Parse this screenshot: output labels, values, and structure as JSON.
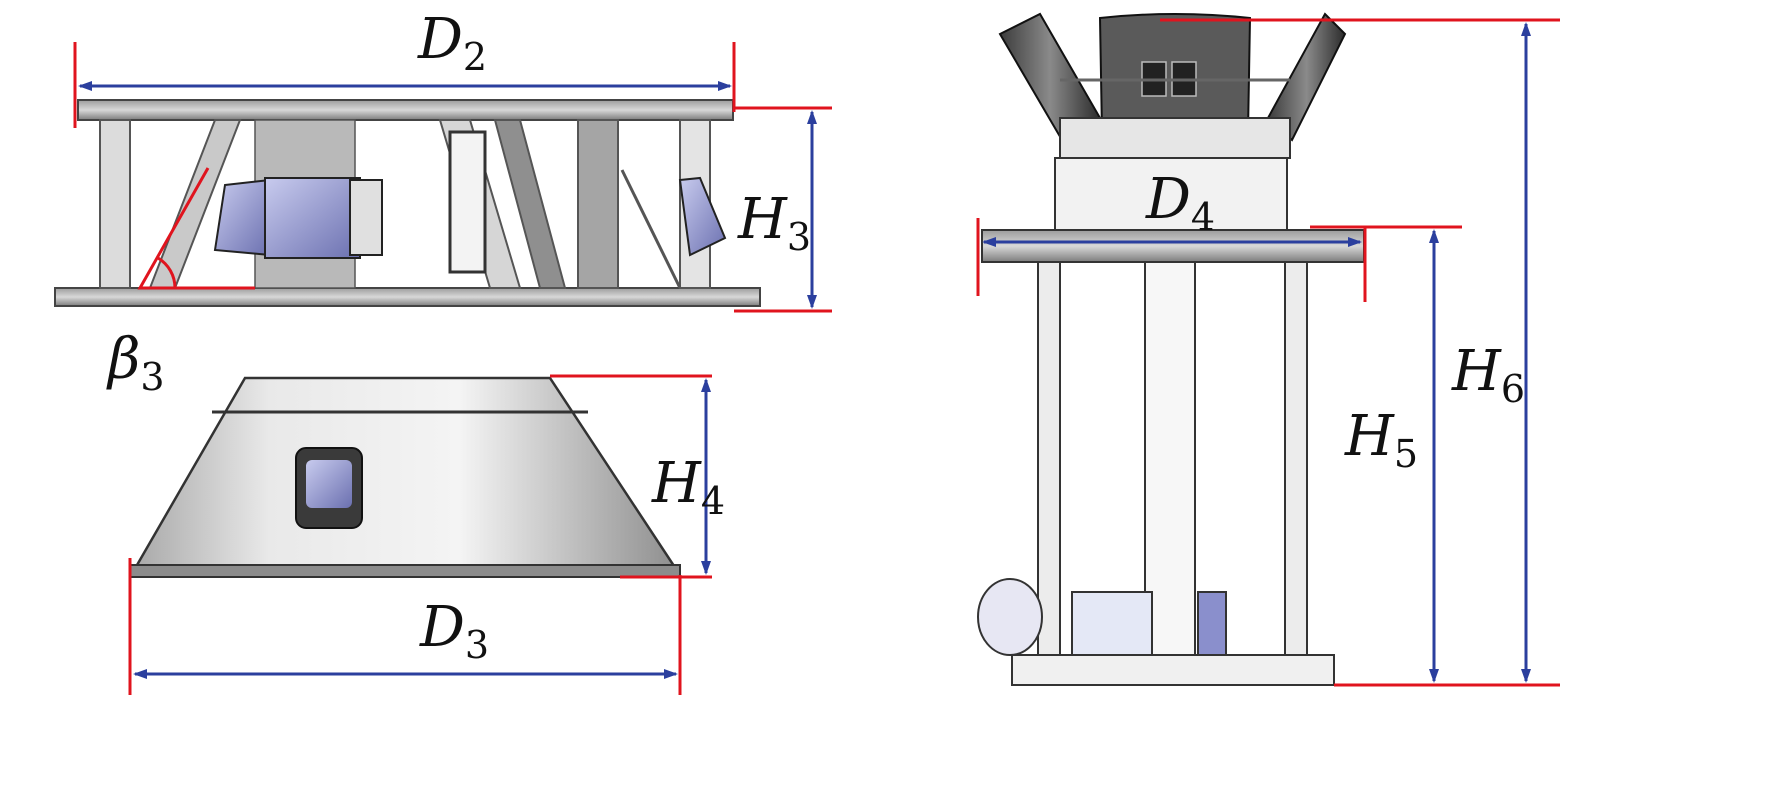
{
  "labels": {
    "d2": {
      "main": "D",
      "sub": "2"
    },
    "h3": {
      "main": "H",
      "sub": "3"
    },
    "beta3": {
      "main": "β",
      "sub": "3"
    },
    "h4": {
      "main": "H",
      "sub": "4"
    },
    "d3": {
      "main": "D",
      "sub": "3"
    },
    "d4": {
      "main": "D",
      "sub": "4"
    },
    "h5": {
      "main": "H",
      "sub": "5"
    },
    "h6": {
      "main": "H",
      "sub": "6"
    }
  },
  "colors": {
    "dimension_arrow": "#2b3f9e",
    "extension_line": "#e0141e",
    "part_metal": "#cfcfcf",
    "part_dark": "#5a5a5a",
    "part_accent": "#9aa1d8"
  }
}
